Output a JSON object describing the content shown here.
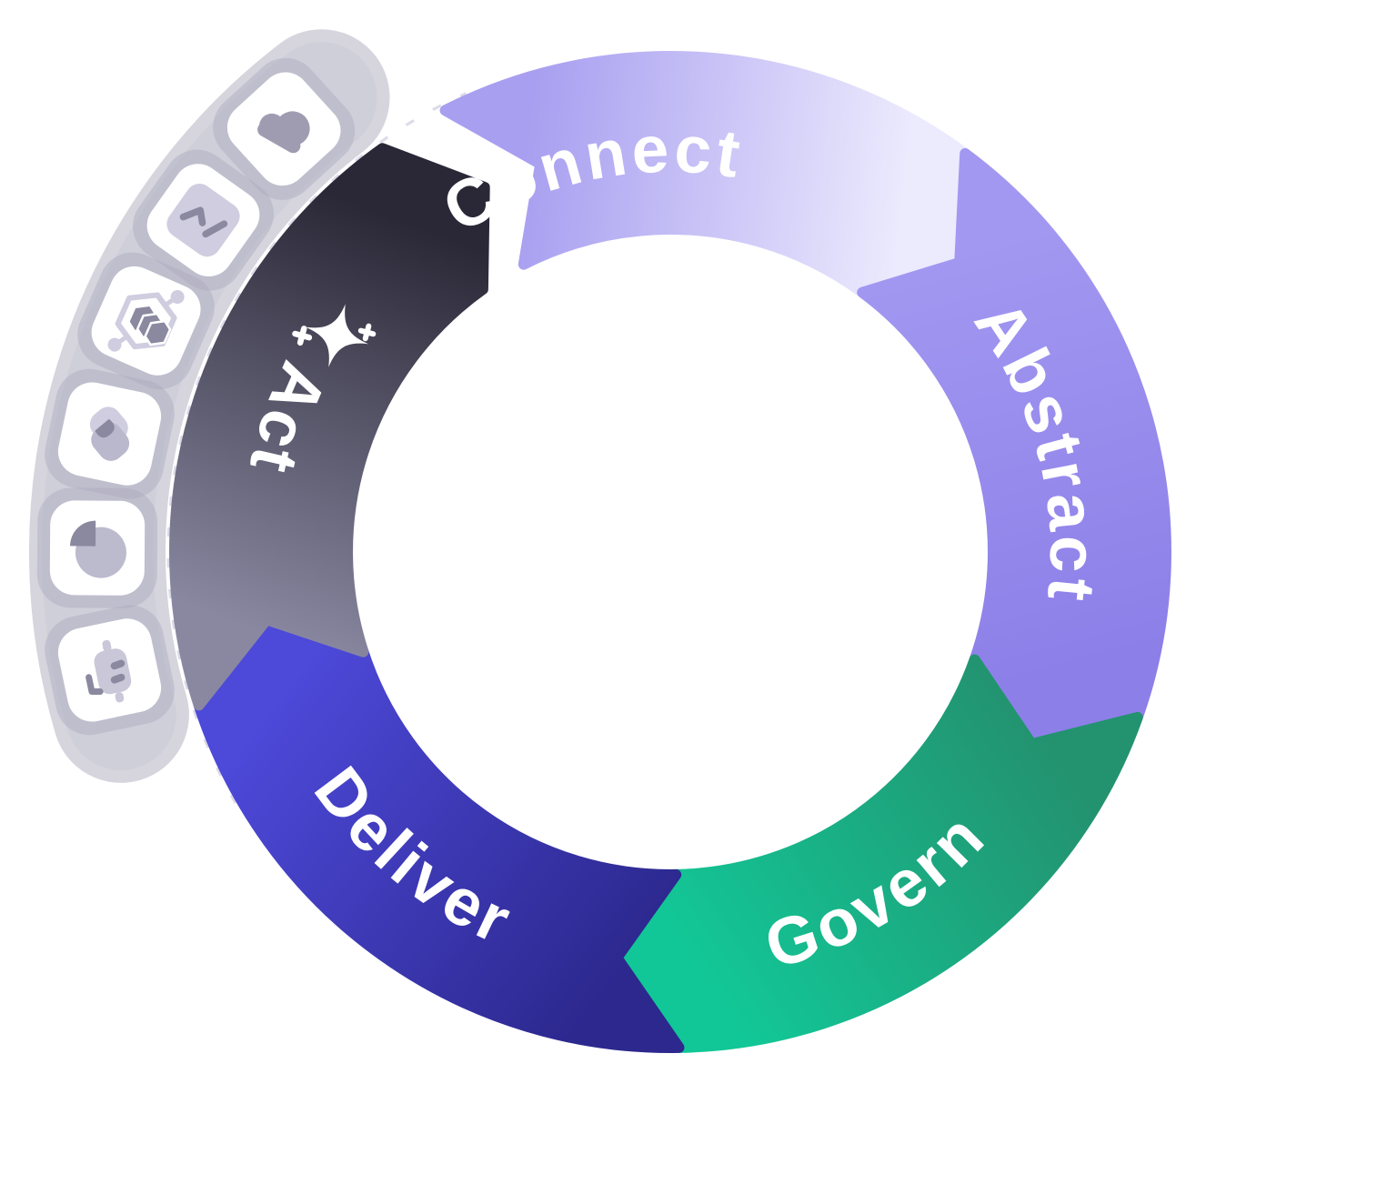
{
  "diagram": {
    "type": "cycle-lifecycle-ring",
    "background_color": "#ffffff",
    "center_color": "#ffffff",
    "flow_direction": "clockwise",
    "segments": [
      {
        "id": "connect",
        "label": "Connect",
        "angle_start": 333,
        "angle_end": 396.5,
        "color_from": "#a89ff0",
        "color_to": "#eceafd",
        "text_angle": 348.5,
        "text_dir": "cw",
        "text_color": "#ffffff"
      },
      {
        "id": "abstract",
        "label": "Abstract",
        "angle_start": 36.5,
        "angle_end": 109.5,
        "color_from": "#a298f1",
        "color_to": "#8c7fe8",
        "text_angle": 75,
        "text_dir": "cw",
        "text_color": "#ffffff"
      },
      {
        "id": "govern",
        "label": "Govern",
        "angle_start": 109.5,
        "angle_end": 179,
        "color_from": "#23926f",
        "color_to": "#12c797",
        "text_angle": 149,
        "text_dir": "ccw",
        "text_color": "#ffffff"
      },
      {
        "id": "deliver",
        "label": "Deliver",
        "angle_start": 179,
        "angle_end": 252,
        "color_from": "#2c288e",
        "color_to": "#4d49d9",
        "text_angle": 220,
        "text_dir": "ccw",
        "text_color": "#ffffff"
      },
      {
        "id": "act",
        "label": "Act",
        "angle_start": 252,
        "angle_end": 324.5,
        "color_from": "#8a88a1",
        "color_to": "#2a2836",
        "text_angle": 289,
        "text_dir": "ccw",
        "text_color": "#ffffff",
        "has_sparkle": true
      }
    ],
    "cycle_gap": {
      "between": [
        "act",
        "connect"
      ],
      "color": "#ffffff"
    },
    "sparkle_icon": {
      "name": "ai-sparkle-icon",
      "color": "#ffffff",
      "angle": 303,
      "radius": 437
    },
    "dashed_arc": {
      "color": "#d8d7e5"
    },
    "icon_chain": {
      "chain_color_outer": "rgba(158,156,176,0.42)",
      "chain_color_inner": "rgba(203,202,215,0.55)",
      "tile_color": "#ffffff",
      "tile_halo_color": "rgba(171,169,188,0.45)",
      "glyph_color": "#9f9cb2",
      "glyph_color_dark": "#8b89a0",
      "glyph_color_light": "#cfcddf",
      "icons": [
        {
          "name": "cloud-icon",
          "angle": 317.6
        },
        {
          "name": "code-prompt-icon",
          "angle": 305.4
        },
        {
          "name": "hexagon-circuit-icon",
          "angle": 293.8
        },
        {
          "name": "sync-loops-icon",
          "angle": 281.9
        },
        {
          "name": "pie-chart-icon",
          "angle": 270.4
        },
        {
          "name": "robot-icon",
          "angle": 258.1
        }
      ]
    }
  }
}
